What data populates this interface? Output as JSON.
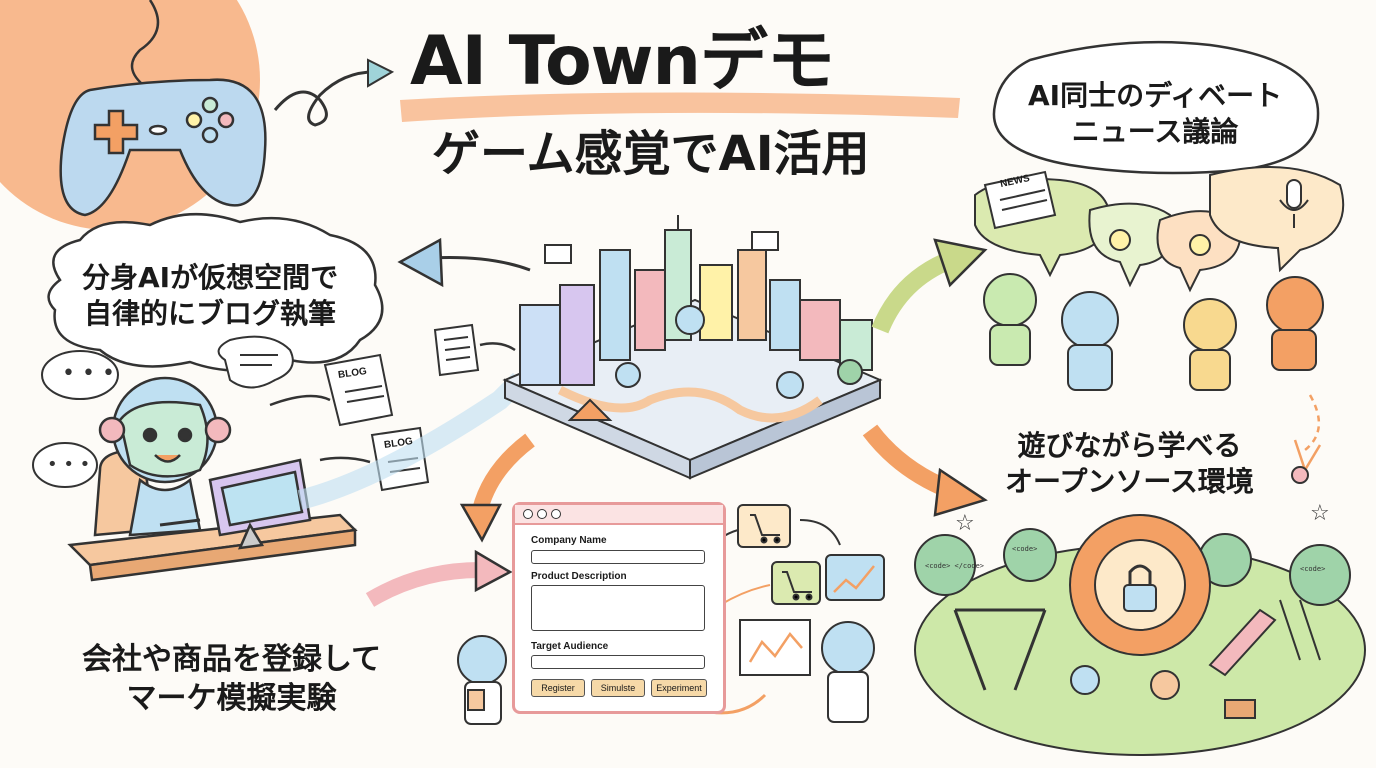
{
  "title": "AI Townデモ",
  "subtitle": "ゲーム感覚でAI活用",
  "captions": {
    "blog": [
      "分身AIが仮想空間で",
      "自律的にブログ執筆"
    ],
    "debate": [
      "AI同士のディベート",
      "ニュース議論"
    ],
    "marketing": [
      "会社や商品を登録して",
      "マーケ模擬実験"
    ],
    "opensource": [
      "遊びながら学べる",
      "オープンソース環境"
    ]
  },
  "blog_labels": [
    "BLOG",
    "BLOG"
  ],
  "news_label": "NEWS",
  "form": {
    "fields": [
      "Company Name",
      "Product Description",
      "Target Audience"
    ],
    "buttons": [
      "Register",
      "Simulste",
      "Experiment"
    ]
  },
  "code_snippets": [
    "<code> </code>",
    "<code>",
    "<code>"
  ],
  "colors": {
    "peach": "#f8b98e",
    "mint": "#c9ebd6",
    "sky": "#bfe0f2",
    "pink": "#f3b9bd",
    "orange": "#f3a064",
    "lime": "#dbeab0"
  }
}
